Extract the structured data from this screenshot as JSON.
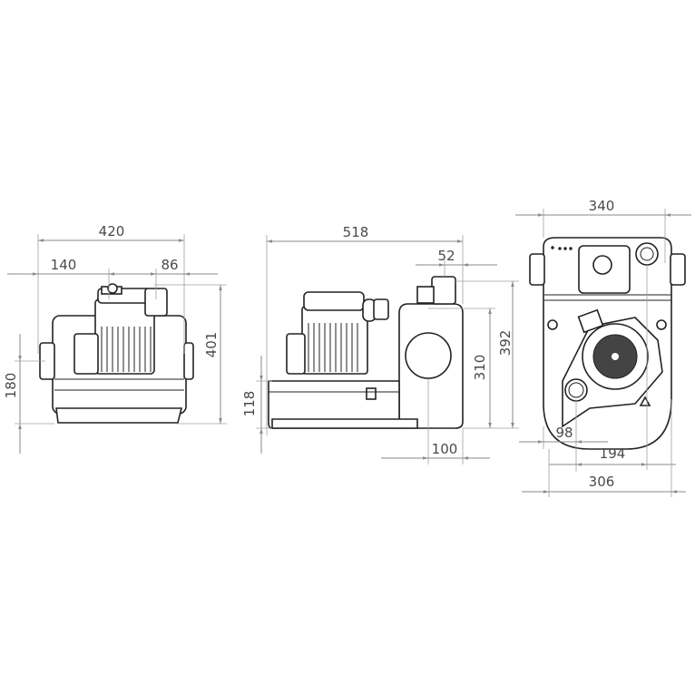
{
  "front_view": {
    "width": "420",
    "left_inlet": "140",
    "right_outlet": "86",
    "height": "401",
    "inlet_height": "180"
  },
  "side_view": {
    "length": "518",
    "outlet_offset": "52",
    "height": "392",
    "inlet_height": "310",
    "base_height": "118",
    "inlet_offset": "100"
  },
  "top_view": {
    "width": "340",
    "outlet_x": "98",
    "vent_x": "194",
    "body_width": "306"
  },
  "colors": {
    "line": "#222222",
    "dimension": "#8a8a8a",
    "text": "#4a4a4a"
  }
}
